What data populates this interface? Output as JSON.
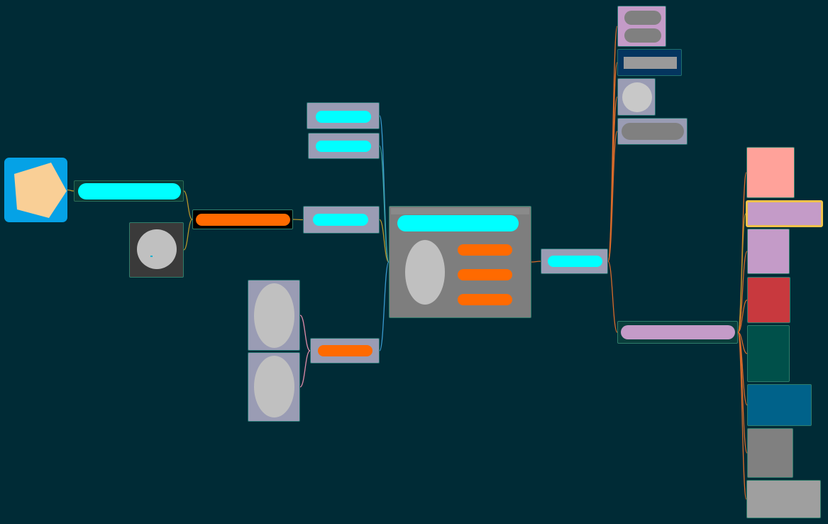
{
  "diagram": {
    "background": "#002b36",
    "colors": {
      "node_frame": "#9a9cb4",
      "node_border": "#1f6f6d",
      "cyan": "#00ffff",
      "orange": "#ff6a00",
      "gray_pill": "#808080",
      "light_gray": "#c0c0c0",
      "mauve": "#c49bc8",
      "salmon": "#ffa29a",
      "red": "#c8393e",
      "dark_teal": "#00504a",
      "steel_blue": "#00628a",
      "gray": "#808080",
      "silver": "#9f9f9f",
      "navy": "#04355f",
      "blue_tile": "#05a2e6",
      "pentagon": "#f9cf96",
      "gold_highlight": "#f0c24a",
      "link_orange": "#d86a2a",
      "link_blue": "#3a9ad0",
      "link_teal": "#3aa0a0",
      "link_pink": "#e08aa8",
      "link_olive": "#b8952a"
    },
    "nodes": [
      {
        "id": "pentagon-icon-node",
        "kind": "icon",
        "icon": "pentagon-icon"
      },
      {
        "id": "cyan-bar-node",
        "kind": "pill",
        "fill": "cyan"
      },
      {
        "id": "circle-thumb-node",
        "kind": "circle"
      },
      {
        "id": "orange-bar-node",
        "kind": "pill",
        "fill": "orange"
      },
      {
        "id": "cyan-pill-top-node",
        "kind": "pill",
        "fill": "cyan"
      },
      {
        "id": "cyan-pill-second-node",
        "kind": "pill",
        "fill": "cyan"
      },
      {
        "id": "cyan-pill-mid-node",
        "kind": "pill",
        "fill": "cyan"
      },
      {
        "id": "ellipse-tile-top-node",
        "kind": "ellipse"
      },
      {
        "id": "ellipse-tile-bottom-node",
        "kind": "ellipse"
      },
      {
        "id": "orange-pill-node",
        "kind": "pill",
        "fill": "orange"
      },
      {
        "id": "central-card-node",
        "kind": "card"
      },
      {
        "id": "cyan-pill-right-node",
        "kind": "pill",
        "fill": "cyan"
      },
      {
        "id": "mauve-pill-node",
        "kind": "pill",
        "fill": "mauve"
      },
      {
        "id": "double-pill-node",
        "kind": "pill",
        "fill": "gray"
      },
      {
        "id": "navy-bar-node",
        "kind": "bar",
        "fill": "navy"
      },
      {
        "id": "small-circle-node",
        "kind": "circle"
      },
      {
        "id": "gray-pill-node",
        "kind": "pill",
        "fill": "gray"
      },
      {
        "id": "salmon-swatch-node",
        "kind": "swatch",
        "fill": "salmon"
      },
      {
        "id": "mauve-swatch-wide-node",
        "kind": "swatch",
        "fill": "mauve",
        "selected": true
      },
      {
        "id": "mauve-swatch-node",
        "kind": "swatch",
        "fill": "mauve"
      },
      {
        "id": "red-swatch-node",
        "kind": "swatch",
        "fill": "red"
      },
      {
        "id": "dark-teal-swatch-node",
        "kind": "swatch",
        "fill": "dark_teal"
      },
      {
        "id": "steel-blue-swatch-node",
        "kind": "swatch",
        "fill": "steel_blue"
      },
      {
        "id": "gray-swatch-node",
        "kind": "swatch",
        "fill": "gray"
      },
      {
        "id": "silver-swatch-node",
        "kind": "swatch",
        "fill": "silver"
      }
    ],
    "edges": [
      {
        "from": "pentagon-icon-node",
        "to": "cyan-bar-node",
        "color": "link_olive"
      },
      {
        "from": "cyan-bar-node",
        "to": "orange-bar-node",
        "color": "link_olive"
      },
      {
        "from": "circle-thumb-node",
        "to": "orange-bar-node",
        "color": "link_olive"
      },
      {
        "from": "orange-bar-node",
        "to": "cyan-pill-mid-node",
        "color": "link_olive"
      },
      {
        "from": "cyan-pill-mid-node",
        "to": "central-card-node",
        "color": "link_olive"
      },
      {
        "from": "cyan-pill-top-node",
        "to": "central-card-node",
        "color": "link_blue"
      },
      {
        "from": "cyan-pill-second-node",
        "to": "central-card-node",
        "color": "link_teal"
      },
      {
        "from": "ellipse-tile-top-node",
        "to": "orange-pill-node",
        "color": "link_pink"
      },
      {
        "from": "ellipse-tile-bottom-node",
        "to": "orange-pill-node",
        "color": "link_pink"
      },
      {
        "from": "orange-pill-node",
        "to": "central-card-node",
        "color": "link_blue"
      },
      {
        "from": "central-card-node",
        "to": "cyan-pill-right-node",
        "color": "link_orange"
      },
      {
        "from": "cyan-pill-right-node",
        "to": "double-pill-node",
        "color": "link_orange"
      },
      {
        "from": "cyan-pill-right-node",
        "to": "navy-bar-node",
        "color": "link_orange"
      },
      {
        "from": "cyan-pill-right-node",
        "to": "small-circle-node",
        "color": "link_orange"
      },
      {
        "from": "cyan-pill-right-node",
        "to": "gray-pill-node",
        "color": "link_orange"
      },
      {
        "from": "cyan-pill-right-node",
        "to": "mauve-pill-node",
        "color": "link_orange"
      },
      {
        "from": "mauve-pill-node",
        "to": "salmon-swatch-node",
        "color": "link_orange"
      },
      {
        "from": "mauve-pill-node",
        "to": "mauve-swatch-wide-node",
        "color": "link_olive"
      },
      {
        "from": "mauve-pill-node",
        "to": "mauve-swatch-node",
        "color": "link_orange"
      },
      {
        "from": "mauve-pill-node",
        "to": "red-swatch-node",
        "color": "link_orange"
      },
      {
        "from": "mauve-pill-node",
        "to": "dark-teal-swatch-node",
        "color": "link_orange"
      },
      {
        "from": "mauve-pill-node",
        "to": "steel-blue-swatch-node",
        "color": "link_orange"
      },
      {
        "from": "mauve-pill-node",
        "to": "gray-swatch-node",
        "color": "link_orange"
      },
      {
        "from": "mauve-pill-node",
        "to": "silver-swatch-node",
        "color": "link_orange"
      }
    ]
  }
}
